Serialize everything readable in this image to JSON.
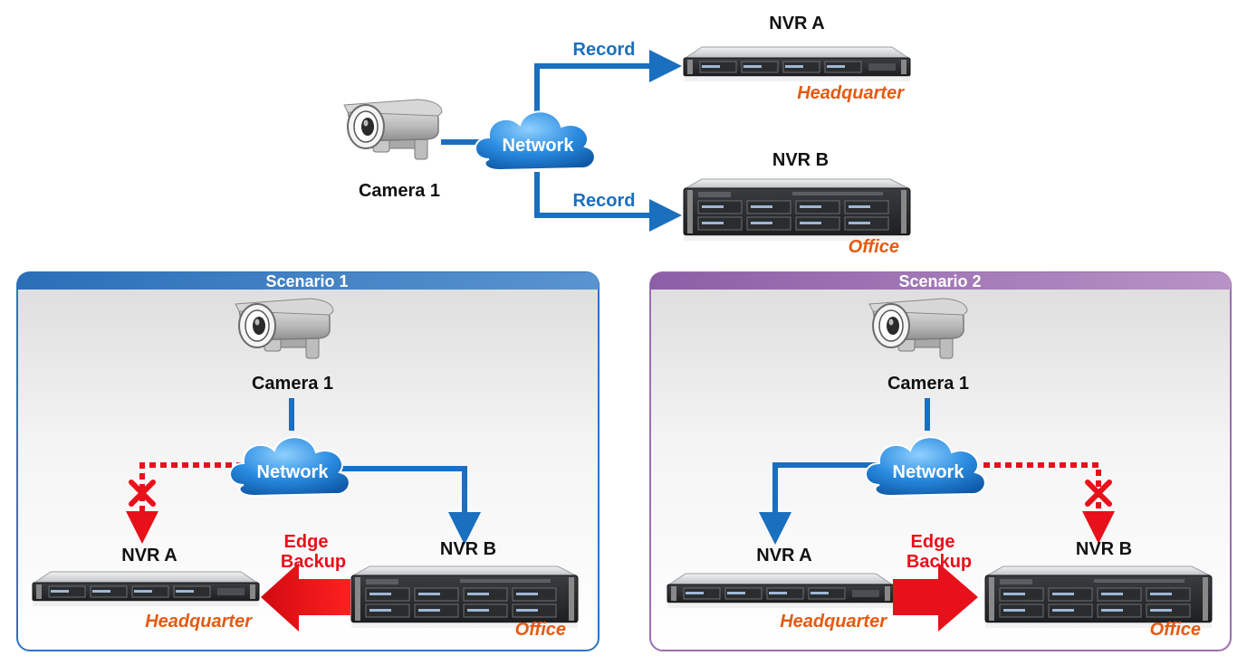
{
  "top": {
    "camera_label": "Camera 1",
    "network_label": "Network",
    "record_label_top": "Record",
    "record_label_bottom": "Record",
    "nvr_a": {
      "name": "NVR A",
      "location": "Headquarter"
    },
    "nvr_b": {
      "name": "NVR B",
      "location": "Office"
    }
  },
  "scenario1": {
    "title": "Scenario 1",
    "camera_label": "Camera 1",
    "network_label": "Network",
    "edge_backup_line1": "Edge",
    "edge_backup_line2": "Backup",
    "nvr_a": {
      "name": "NVR A",
      "location": "Headquarter"
    },
    "nvr_b": {
      "name": "NVR B",
      "location": "Office"
    },
    "failed_link": "NVR A",
    "backup_direction": "NVR B to NVR A"
  },
  "scenario2": {
    "title": "Scenario 2",
    "camera_label": "Camera 1",
    "network_label": "Network",
    "edge_backup_line1": "Edge",
    "edge_backup_line2": "Backup",
    "nvr_a": {
      "name": "NVR A",
      "location": "Headquarter"
    },
    "nvr_b": {
      "name": "NVR B",
      "location": "Office"
    },
    "failed_link": "NVR B",
    "backup_direction": "NVR A to NVR B"
  },
  "colors": {
    "link_blue": "#1a6fbf",
    "label_blue": "#1a6fbf",
    "location_orange": "#e55a12",
    "edge_red": "#e8101a",
    "scenario1_header": "#2f74bf",
    "scenario2_header": "#9b6fb0",
    "cloud_blue": "#2a8be0"
  },
  "icons": [
    "camera-icon",
    "cloud-icon",
    "nvr-1u-icon",
    "nvr-2u-icon",
    "fail-x-icon"
  ]
}
